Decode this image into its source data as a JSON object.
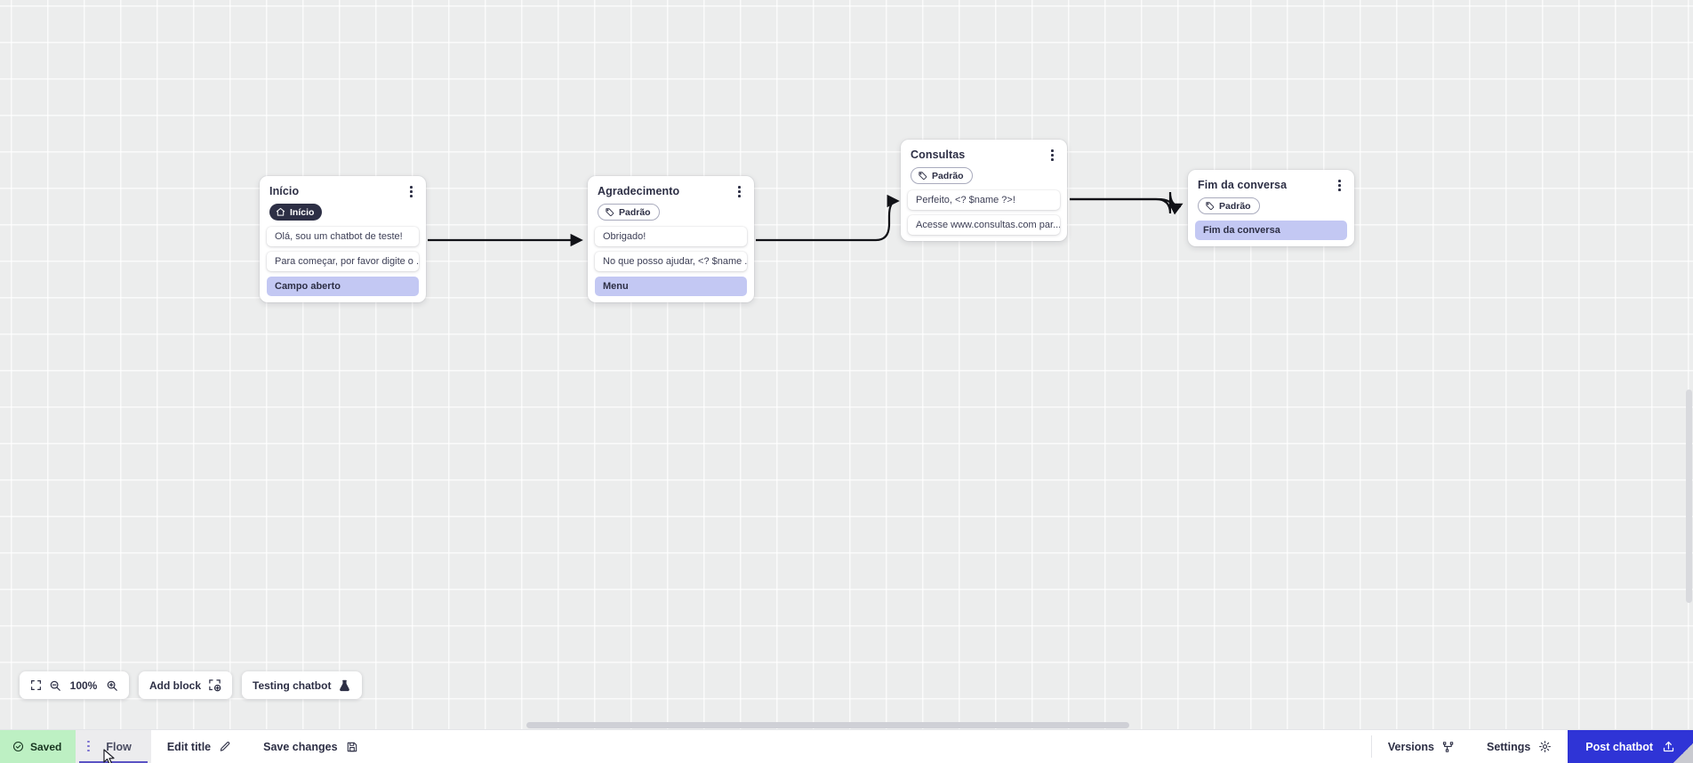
{
  "canvas": {
    "zoom": {
      "level": "100%",
      "fit_icon": "fit-screen-icon",
      "zoom_out_icon": "zoom-out-icon",
      "zoom_in_icon": "zoom-in-icon"
    },
    "add_block": {
      "label": "Add block",
      "icon": "add-block-icon"
    },
    "testing": {
      "label": "Testing chatbot",
      "icon": "flask-icon"
    }
  },
  "nodes": [
    {
      "id": "inicio",
      "title": "Início",
      "badge": {
        "label": "Início",
        "icon": "home-icon",
        "style": "start"
      },
      "rows": [
        {
          "text": "Olá, sou um chatbot de teste!",
          "type": "msg"
        },
        {
          "text": "Para começar, por favor digite o ...",
          "type": "msg"
        },
        {
          "text": "Campo aberto",
          "type": "action"
        }
      ]
    },
    {
      "id": "agradecimento",
      "title": "Agradecimento",
      "badge": {
        "label": "Padrão",
        "icon": "tag-icon",
        "style": "std"
      },
      "rows": [
        {
          "text": "Obrigado!",
          "type": "msg"
        },
        {
          "text": "No que posso ajudar, <? $name ...",
          "type": "msg"
        },
        {
          "text": "Menu",
          "type": "action"
        }
      ]
    },
    {
      "id": "consultas",
      "title": "Consultas",
      "badge": {
        "label": "Padrão",
        "icon": "tag-icon",
        "style": "std"
      },
      "rows": [
        {
          "text": "Perfeito, <? $name ?>!",
          "type": "msg"
        },
        {
          "text": "Acesse www.consultas.com par...",
          "type": "msg"
        }
      ]
    },
    {
      "id": "fim",
      "title": "Fim da conversa",
      "badge": {
        "label": "Padrão",
        "icon": "tag-icon",
        "style": "std"
      },
      "rows": [
        {
          "text": "Fim da conversa",
          "type": "action"
        }
      ]
    }
  ],
  "statusbar": {
    "saved": {
      "label": "Saved",
      "icon": "check-circle-icon"
    },
    "tab": {
      "label": "Flow",
      "handle_icon": "drag-dots-icon"
    },
    "edit_title": {
      "label": "Edit title",
      "icon": "pencil-icon"
    },
    "save_changes": {
      "label": "Save changes",
      "icon": "save-disk-icon"
    },
    "versions": {
      "label": "Versions",
      "icon": "branch-icon"
    },
    "settings": {
      "label": "Settings",
      "icon": "gear-icon"
    },
    "post": {
      "label": "Post chatbot",
      "icon": "upload-icon"
    }
  },
  "colors": {
    "accent": "#2f34d6",
    "action_row": "#c3c8f3",
    "saved_bg": "#bdf0c3",
    "node_dark": "#2d2f45",
    "tab_underline": "#5b53c4",
    "canvas_bg": "#eceded"
  }
}
